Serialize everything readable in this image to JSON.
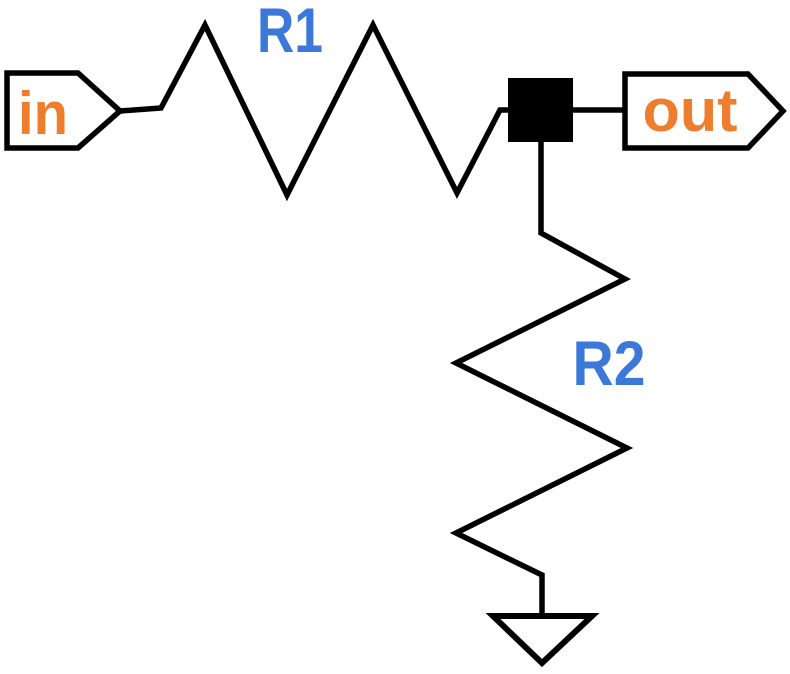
{
  "colors": {
    "wire": "#000000",
    "junction_fill": "#000000",
    "port_stroke": "#000000",
    "port_fill": "#FFFFFF",
    "component_label": "#3B78D8",
    "port_label": "#EE7D2E",
    "background": "#FFFFFF"
  },
  "ports": {
    "in": {
      "label": "in",
      "shape": "right-pointing-tag"
    },
    "out": {
      "label": "out",
      "shape": "right-pointing-tag"
    }
  },
  "components": {
    "r1": {
      "label": "R1",
      "type": "resistor",
      "orientation": "horizontal"
    },
    "r2": {
      "label": "R2",
      "type": "resistor",
      "orientation": "vertical"
    },
    "junction": {
      "type": "solder-node",
      "shape": "filled-square"
    },
    "ground": {
      "type": "ground",
      "shape": "hollow-triangle-down"
    }
  }
}
